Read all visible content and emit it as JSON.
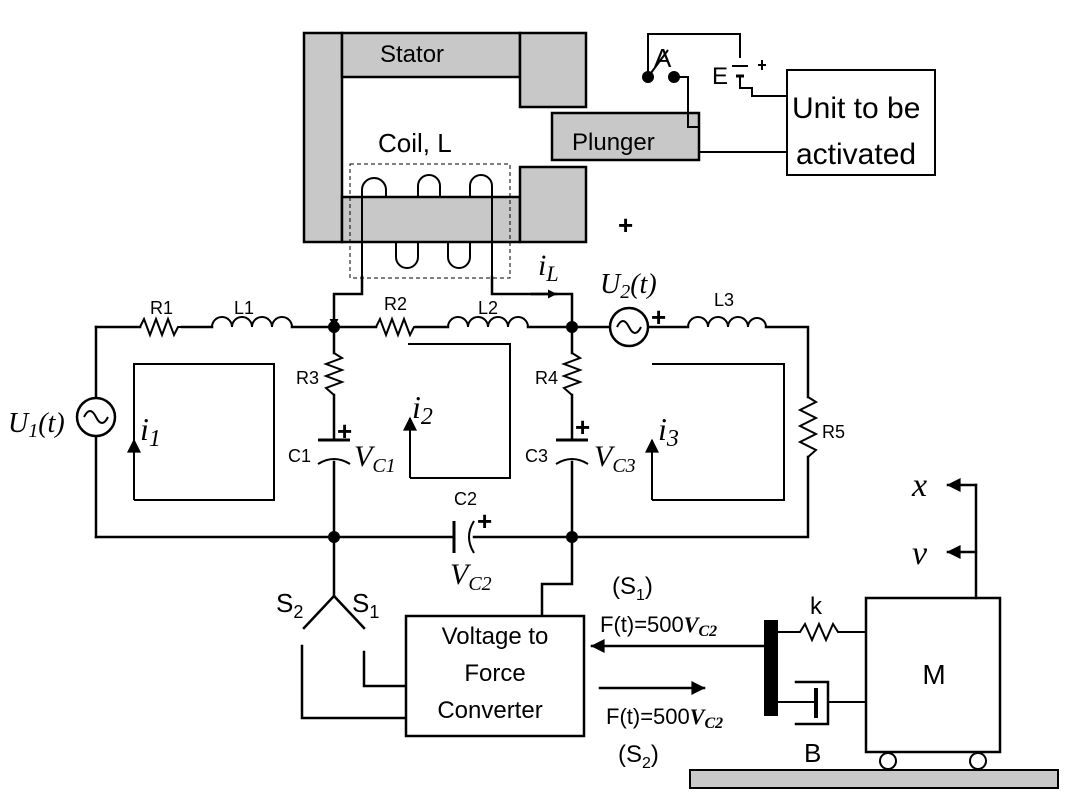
{
  "labels": {
    "stator": "Stator",
    "plunger": "Plunger",
    "coil": "Coil, L",
    "switch_a": "A",
    "battery_e": "E",
    "unit_line1": "Unit to be",
    "unit_line2": "activated",
    "r1": "R1",
    "l1": "L1",
    "r2": "R2",
    "l2": "L2",
    "l3": "L3",
    "r3": "R3",
    "r4": "R4",
    "r5": "R5",
    "c1": "C1",
    "c2": "C2",
    "c3": "C3",
    "plus": "+",
    "i_l_base": "i",
    "i_l_sub": "L",
    "u2_base": "U",
    "u2_sub": "2",
    "u2_arg": "(t)",
    "u1_base": "U",
    "u1_sub": "1",
    "u1_arg": "(t)",
    "i1_base": "i",
    "i1_sub": "1",
    "i2_base": "i",
    "i2_sub": "2",
    "i3_base": "i",
    "i3_sub": "3",
    "vc1_base": "V",
    "vc1_sub": "C1",
    "vc2_base": "V",
    "vc2_sub": "C2",
    "vc3_base": "V",
    "vc3_sub": "C3",
    "s1_base": "S",
    "s1_sub": "1",
    "s2_base": "S",
    "s2_sub": "2",
    "converter_line1": "Voltage to",
    "converter_line2": "Force",
    "converter_line3": "Converter",
    "s1_paren_open": "(S",
    "s1_paren_sub": "1",
    "s1_paren_close": ")",
    "s2_paren_open": "(S",
    "s2_paren_sub": "2",
    "s2_paren_close": ")",
    "force_text": "F(t)=500",
    "force_v": "V",
    "force_sub": "C2",
    "spring_k": "k",
    "damper_b": "B",
    "mass_m": "M",
    "x_label": "x",
    "v_label": "v"
  }
}
